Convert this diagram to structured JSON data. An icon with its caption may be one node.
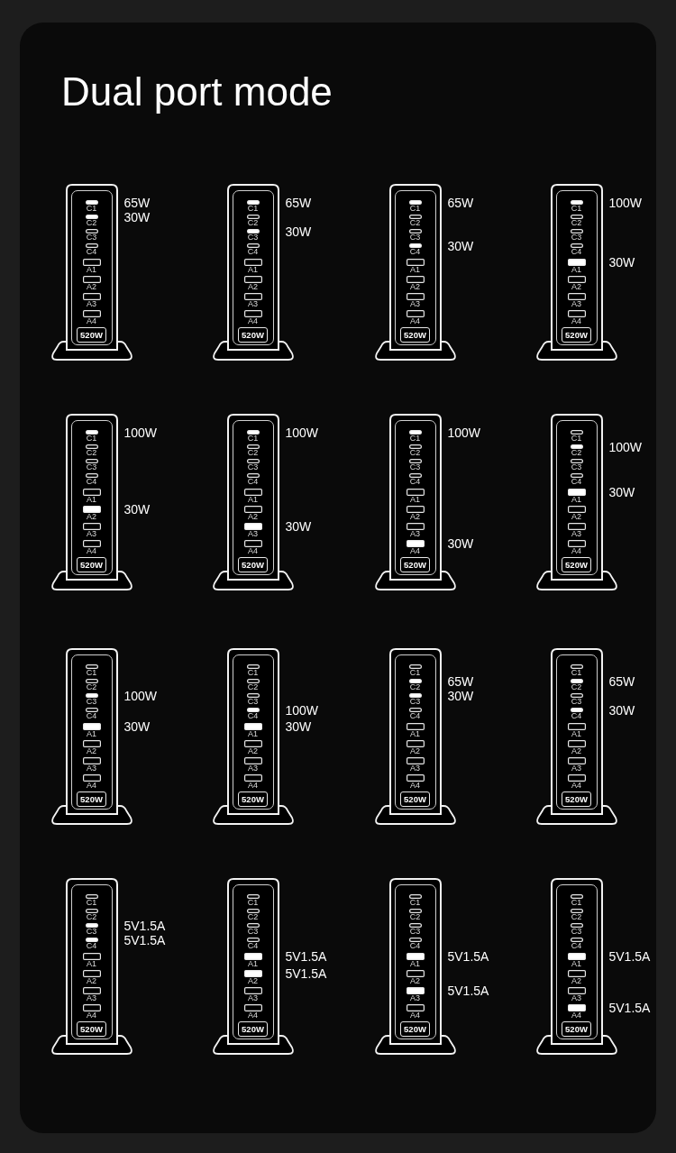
{
  "diagram": {
    "title": "Dual port mode",
    "nodes": [
      {
        "text": [],
        "shape": "box"
      },
      {
        "text": [
          "C1"
        ],
        "in": 0,
        "beside": [
          "65W"
        ]
      },
      {
        "text": [
          "C2"
        ],
        "in": 0,
        "beside": [
          "30W"
        ]
      },
      {
        "text": [
          "C3"
        ],
        "in": 0
      },
      {
        "text": [
          "C4"
        ],
        "in": 0
      },
      {
        "text": [
          "A1"
        ],
        "in": 0
      },
      {
        "text": [
          "A2"
        ],
        "in": 0
      },
      {
        "text": [
          "A3"
        ],
        "in": 0
      },
      {
        "text": [
          "A4"
        ],
        "in": 0
      },
      {
        "text": [
          "520W"
        ],
        "in": 0
      },
      {
        "text": [],
        "shape": "box"
      },
      {
        "text": [
          "C1"
        ],
        "in": 10,
        "beside": [
          "65W"
        ]
      },
      {
        "text": [
          "C2"
        ],
        "in": 10
      },
      {
        "text": [
          "C3"
        ],
        "in": 10,
        "beside": [
          "30W"
        ]
      },
      {
        "text": [
          "C4"
        ],
        "in": 10
      },
      {
        "text": [
          "A1"
        ],
        "in": 10
      },
      {
        "text": [
          "A2"
        ],
        "in": 10
      },
      {
        "text": [
          "A3"
        ],
        "in": 10
      },
      {
        "text": [
          "A4"
        ],
        "in": 10
      },
      {
        "text": [
          "520W"
        ],
        "in": 10
      },
      {
        "text": [],
        "shape": "box"
      },
      {
        "text": [
          "C1"
        ],
        "in": 20,
        "beside": [
          "65W"
        ]
      },
      {
        "text": [
          "C2"
        ],
        "in": 20
      },
      {
        "text": [
          "C3"
        ],
        "in": 20
      },
      {
        "text": [
          "C4"
        ],
        "in": 20,
        "beside": [
          "30W"
        ]
      },
      {
        "text": [
          "A1"
        ],
        "in": 20
      },
      {
        "text": [
          "A2"
        ],
        "in": 20
      },
      {
        "text": [
          "A3"
        ],
        "in": 20
      },
      {
        "text": [
          "A4"
        ],
        "in": 20
      },
      {
        "text": [
          "520W"
        ],
        "in": 20
      },
      {
        "text": [],
        "shape": "box"
      },
      {
        "text": [
          "C1"
        ],
        "in": 30,
        "beside": [
          "100W"
        ]
      },
      {
        "text": [
          "C2"
        ],
        "in": 30
      },
      {
        "text": [
          "C3"
        ],
        "in": 30
      },
      {
        "text": [
          "C4"
        ],
        "in": 30
      },
      {
        "text": [
          "A1"
        ],
        "in": 30,
        "beside": [
          "30W"
        ]
      },
      {
        "text": [
          "A2"
        ],
        "in": 30
      },
      {
        "text": [
          "A3"
        ],
        "in": 30
      },
      {
        "text": [
          "A4"
        ],
        "in": 30
      },
      {
        "text": [
          "520W"
        ],
        "in": 30
      },
      {
        "text": [],
        "shape": "box"
      },
      {
        "text": [
          "C1"
        ],
        "in": 40,
        "beside": [
          "100W"
        ]
      },
      {
        "text": [
          "C2"
        ],
        "in": 40
      },
      {
        "text": [
          "C3"
        ],
        "in": 40
      },
      {
        "text": [
          "C4"
        ],
        "in": 40
      },
      {
        "text": [
          "A1"
        ],
        "in": 40
      },
      {
        "text": [
          "A2"
        ],
        "in": 40,
        "beside": [
          "30W"
        ]
      },
      {
        "text": [
          "A3"
        ],
        "in": 40
      },
      {
        "text": [
          "A4"
        ],
        "in": 40
      },
      {
        "text": [
          "520W"
        ],
        "in": 40
      },
      {
        "text": [],
        "shape": "box"
      },
      {
        "text": [
          "C1"
        ],
        "in": 50,
        "beside": [
          "100W"
        ]
      },
      {
        "text": [
          "C2"
        ],
        "in": 50
      },
      {
        "text": [
          "C3"
        ],
        "in": 50
      },
      {
        "text": [
          "C4"
        ],
        "in": 50
      },
      {
        "text": [
          "A1"
        ],
        "in": 50
      },
      {
        "text": [
          "A2"
        ],
        "in": 50
      },
      {
        "text": [
          "A3"
        ],
        "in": 50,
        "beside": [
          "30W"
        ]
      },
      {
        "text": [
          "A4"
        ],
        "in": 50
      },
      {
        "text": [
          "520W"
        ],
        "in": 50
      },
      {
        "text": [],
        "shape": "box"
      },
      {
        "text": [
          "C1"
        ],
        "in": 60,
        "beside": [
          "100W"
        ]
      },
      {
        "text": [
          "C2"
        ],
        "in": 60
      },
      {
        "text": [
          "C3"
        ],
        "in": 60
      },
      {
        "text": [
          "C4"
        ],
        "in": 60
      },
      {
        "text": [
          "A1"
        ],
        "in": 60
      },
      {
        "text": [
          "A2"
        ],
        "in": 60
      },
      {
        "text": [
          "A3"
        ],
        "in": 60
      },
      {
        "text": [
          "A4"
        ],
        "in": 60,
        "beside": [
          "30W"
        ]
      },
      {
        "text": [
          "520W"
        ],
        "in": 60
      },
      {
        "text": [],
        "shape": "box"
      },
      {
        "text": [
          "C1"
        ],
        "in": 70
      },
      {
        "text": [
          "C2"
        ],
        "in": 70,
        "beside": [
          "100W"
        ]
      },
      {
        "text": [
          "C3"
        ],
        "in": 70
      },
      {
        "text": [
          "C4"
        ],
        "in": 70
      },
      {
        "text": [
          "A1"
        ],
        "in": 70,
        "beside": [
          "30W"
        ]
      },
      {
        "text": [
          "A2"
        ],
        "in": 70
      },
      {
        "text": [
          "A3"
        ],
        "in": 70
      },
      {
        "text": [
          "A4"
        ],
        "in": 70
      },
      {
        "text": [
          "520W"
        ],
        "in": 70
      },
      {
        "text": [],
        "shape": "box"
      },
      {
        "text": [
          "C1"
        ],
        "in": 80
      },
      {
        "text": [
          "C2"
        ],
        "in": 80
      },
      {
        "text": [
          "C3"
        ],
        "in": 80,
        "beside": [
          "100W"
        ]
      },
      {
        "text": [
          "C4"
        ],
        "in": 80
      },
      {
        "text": [
          "A1"
        ],
        "in": 80,
        "beside": [
          "30W"
        ]
      },
      {
        "text": [
          "A2"
        ],
        "in": 80
      },
      {
        "text": [
          "A3"
        ],
        "in": 80
      },
      {
        "text": [
          "A4"
        ],
        "in": 80
      },
      {
        "text": [
          "520W"
        ],
        "in": 80
      },
      {
        "text": [],
        "shape": "box"
      },
      {
        "text": [
          "C1"
        ],
        "in": 90
      },
      {
        "text": [
          "C2"
        ],
        "in": 90
      },
      {
        "text": [
          "C3"
        ],
        "in": 90
      },
      {
        "text": [
          "C4"
        ],
        "in": 90,
        "beside": [
          "100W"
        ]
      },
      {
        "text": [
          "A1"
        ],
        "in": 90,
        "beside": [
          "30W"
        ]
      },
      {
        "text": [
          "A2"
        ],
        "in": 90
      },
      {
        "text": [
          "A3"
        ],
        "in": 90
      },
      {
        "text": [
          "A4"
        ],
        "in": 90
      },
      {
        "text": [
          "520W"
        ],
        "in": 90
      },
      {
        "text": [],
        "shape": "box"
      },
      {
        "text": [
          "C1"
        ],
        "in": 100
      },
      {
        "text": [
          "C2"
        ],
        "in": 100,
        "beside": [
          "65W"
        ]
      },
      {
        "text": [
          "C3"
        ],
        "in": 100,
        "beside": [
          "30W"
        ]
      },
      {
        "text": [
          "C4"
        ],
        "in": 100
      },
      {
        "text": [
          "A1"
        ],
        "in": 100
      },
      {
        "text": [
          "A2"
        ],
        "in": 100
      },
      {
        "text": [
          "A3"
        ],
        "in": 100
      },
      {
        "text": [
          "A4"
        ],
        "in": 100
      },
      {
        "text": [
          "520W"
        ],
        "in": 100
      },
      {
        "text": [],
        "shape": "box"
      },
      {
        "text": [
          "C1"
        ],
        "in": 110
      },
      {
        "text": [
          "C2"
        ],
        "in": 110,
        "beside": [
          "65W"
        ]
      },
      {
        "text": [
          "C3"
        ],
        "in": 110
      },
      {
        "text": [
          "C4"
        ],
        "in": 110,
        "beside": [
          "30W"
        ]
      },
      {
        "text": [
          "A1"
        ],
        "in": 110
      },
      {
        "text": [
          "A2"
        ],
        "in": 110
      },
      {
        "text": [
          "A3"
        ],
        "in": 110
      },
      {
        "text": [
          "A4"
        ],
        "in": 110
      },
      {
        "text": [
          "520W"
        ],
        "in": 110
      },
      {
        "text": [],
        "shape": "box"
      },
      {
        "text": [
          "C1"
        ],
        "in": 120
      },
      {
        "text": [
          "C2"
        ],
        "in": 120
      },
      {
        "text": [
          "C3"
        ],
        "in": 120,
        "beside": [
          "5V1.5A"
        ]
      },
      {
        "text": [
          "C4"
        ],
        "in": 120,
        "beside": [
          "5V1.5A"
        ]
      },
      {
        "text": [
          "A1"
        ],
        "in": 120
      },
      {
        "text": [
          "A2"
        ],
        "in": 120
      },
      {
        "text": [
          "A3"
        ],
        "in": 120
      },
      {
        "text": [
          "A4"
        ],
        "in": 120
      },
      {
        "text": [
          "520W"
        ],
        "in": 120
      },
      {
        "text": [],
        "shape": "box"
      },
      {
        "text": [
          "C1"
        ],
        "in": 130
      },
      {
        "text": [
          "C2"
        ],
        "in": 130
      },
      {
        "text": [
          "C3"
        ],
        "in": 130
      },
      {
        "text": [
          "C4"
        ],
        "in": 130
      },
      {
        "text": [
          "A1"
        ],
        "in": 130,
        "beside": [
          "5V1.5A"
        ]
      },
      {
        "text": [
          "A2"
        ],
        "in": 130,
        "beside": [
          "5V1.5A"
        ]
      },
      {
        "text": [
          "A3"
        ],
        "in": 130
      },
      {
        "text": [
          "A4"
        ],
        "in": 130
      },
      {
        "text": [
          "520W"
        ],
        "in": 130
      },
      {
        "text": [],
        "shape": "box"
      },
      {
        "text": [
          "C1"
        ],
        "in": 140
      },
      {
        "text": [
          "C2"
        ],
        "in": 140
      },
      {
        "text": [
          "C3"
        ],
        "in": 140
      },
      {
        "text": [
          "C4"
        ],
        "in": 140
      },
      {
        "text": [
          "A1"
        ],
        "in": 140,
        "beside": [
          "5V1.5A"
        ]
      },
      {
        "text": [
          "A2"
        ],
        "in": 140
      },
      {
        "text": [
          "A3"
        ],
        "in": 140,
        "beside": [
          "5V1.5A"
        ]
      },
      {
        "text": [
          "A4"
        ],
        "in": 140
      },
      {
        "text": [
          "520W"
        ],
        "in": 140
      },
      {
        "text": [],
        "shape": "box"
      },
      {
        "text": [
          "C1"
        ],
        "in": 150
      },
      {
        "text": [
          "C2"
        ],
        "in": 150
      },
      {
        "text": [
          "C3"
        ],
        "in": 150
      },
      {
        "text": [
          "C4"
        ],
        "in": 150
      },
      {
        "text": [
          "A1"
        ],
        "in": 150,
        "beside": [
          "5V1.5A"
        ]
      },
      {
        "text": [
          "A2"
        ],
        "in": 150
      },
      {
        "text": [
          "A3"
        ],
        "in": 150
      },
      {
        "text": [
          "A4"
        ],
        "in": 150,
        "beside": [
          "5V1.5A"
        ]
      },
      {
        "text": [
          "520W"
        ],
        "in": 150
      }
    ]
  }
}
